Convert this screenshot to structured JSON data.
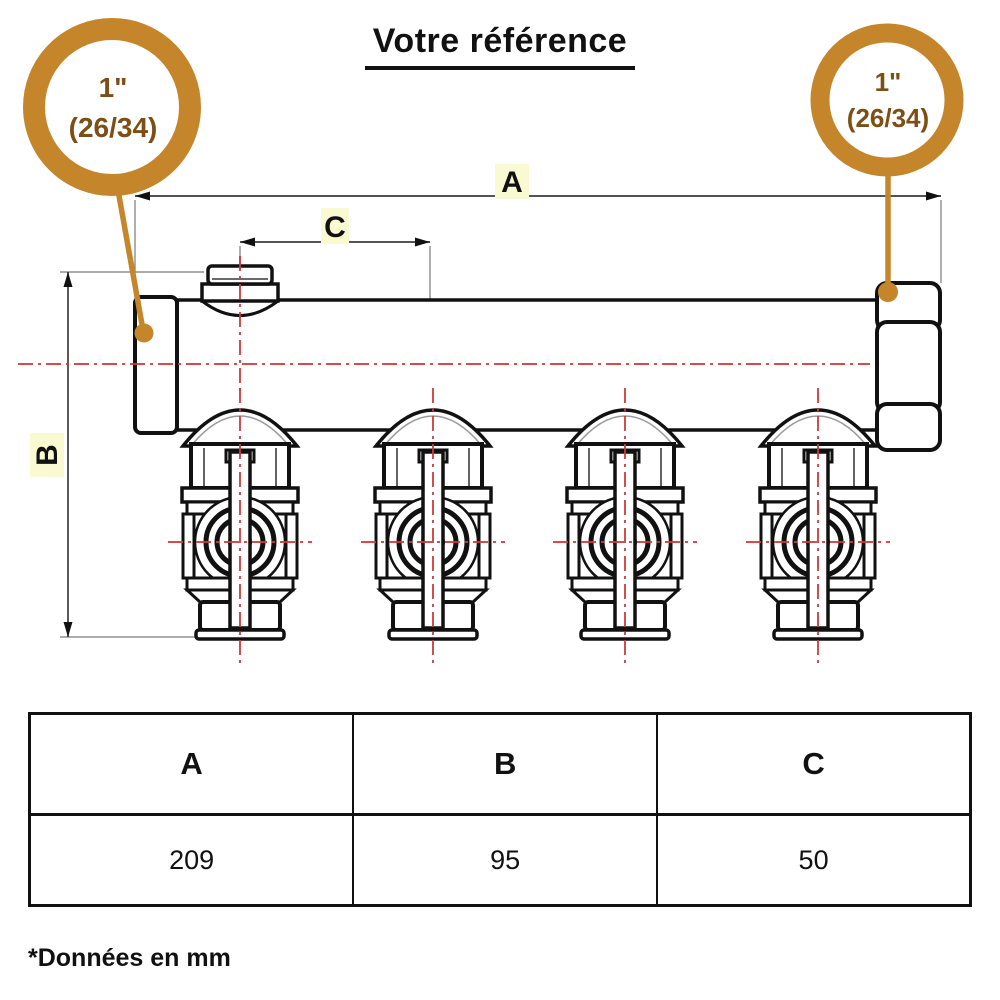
{
  "title": "Votre référence",
  "badges": {
    "left": {
      "size": "1\"",
      "dn": "(26/34)"
    },
    "right": {
      "size": "1\"",
      "dn": "(26/34)"
    }
  },
  "dimension_labels": {
    "a": "A",
    "b": "B",
    "c": "C"
  },
  "dimensions_table": {
    "headers": [
      "A",
      "B",
      "C"
    ],
    "values_mm": [
      "209",
      "95",
      "50"
    ]
  },
  "footnote": "*Données en mm",
  "colors": {
    "accent_orange": "#C5862B",
    "badge_text_brown": "#7E4E14",
    "label_highlight_yellow": "#FAFAD2",
    "centerline_red": "#CC3B3B",
    "line_black": "#111111"
  }
}
